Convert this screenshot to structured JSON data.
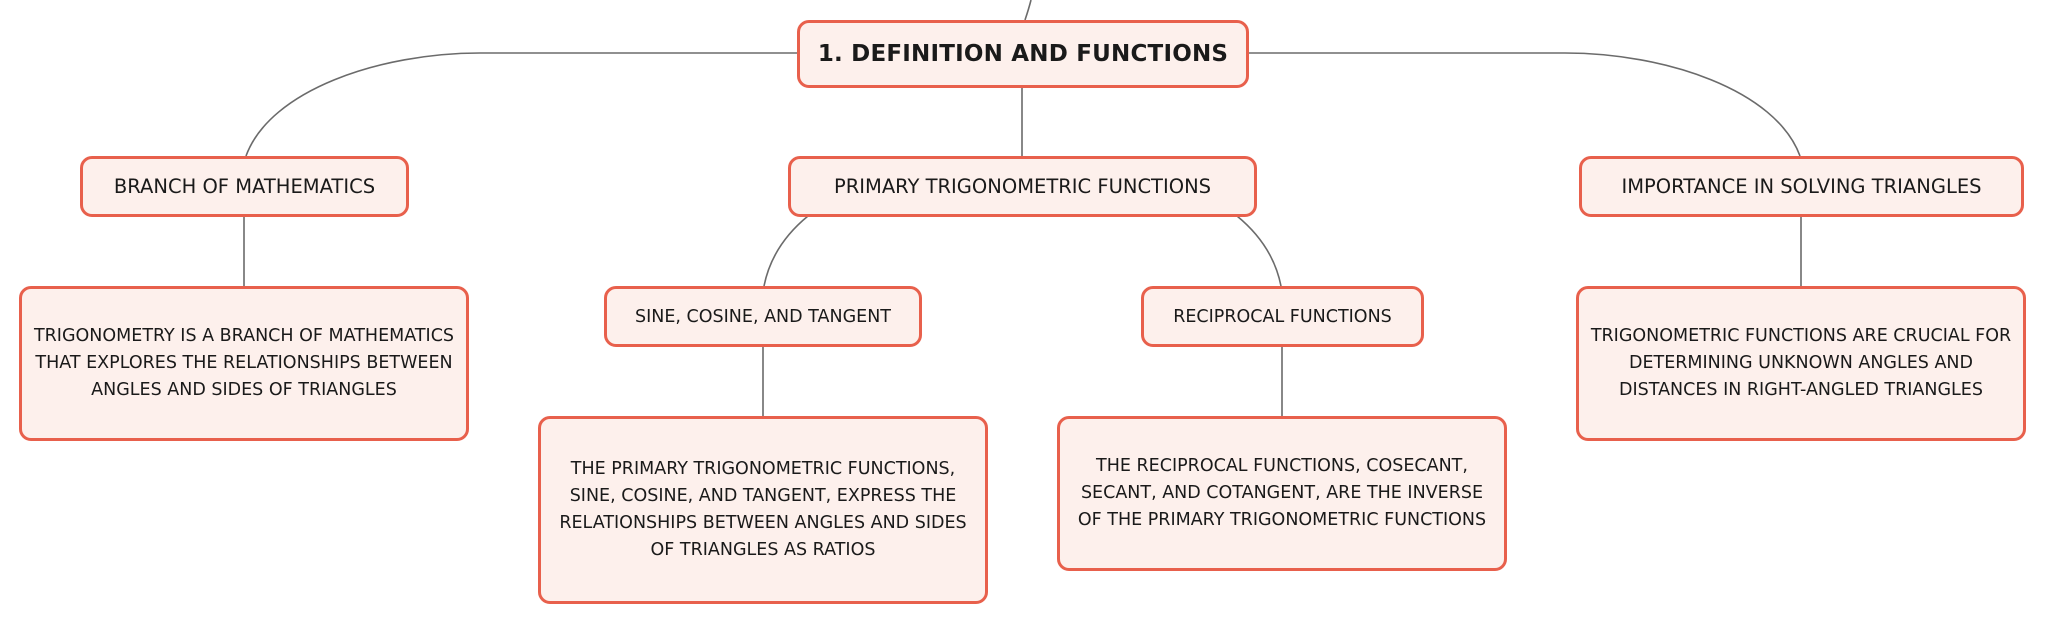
{
  "colors": {
    "node_border": "#e8604c",
    "node_fill": "#fdf0ec",
    "connector": "#6b6b6b",
    "text": "#1a1a1a"
  },
  "root": {
    "label": "1. DEFINITION AND FUNCTIONS"
  },
  "branches": {
    "branch_of_mathematics": {
      "label": "BRANCH OF MATHEMATICS",
      "detail": "TRIGONOMETRY IS A BRANCH OF MATHEMATICS THAT EXPLORES THE RELATIONSHIPS BETWEEN ANGLES AND SIDES OF TRIANGLES"
    },
    "primary_functions": {
      "label": "PRIMARY TRIGONOMETRIC FUNCTIONS",
      "sine_cosine_tangent": {
        "label": "SINE, COSINE, AND TANGENT",
        "detail": "THE PRIMARY TRIGONOMETRIC FUNCTIONS, SINE, COSINE, AND TANGENT, EXPRESS THE RELATIONSHIPS BETWEEN ANGLES AND SIDES OF TRIANGLES AS RATIOS"
      },
      "reciprocal_functions": {
        "label": "RECIPROCAL FUNCTIONS",
        "detail": "THE RECIPROCAL FUNCTIONS, COSECANT, SECANT, AND COTANGENT, ARE THE INVERSE OF THE PRIMARY TRIGONOMETRIC FUNCTIONS"
      }
    },
    "importance": {
      "label": "IMPORTANCE IN SOLVING TRIANGLES",
      "detail": "TRIGONOMETRIC FUNCTIONS ARE CRUCIAL FOR DETERMINING UNKNOWN ANGLES AND DISTANCES IN RIGHT-ANGLED TRIANGLES"
    }
  }
}
